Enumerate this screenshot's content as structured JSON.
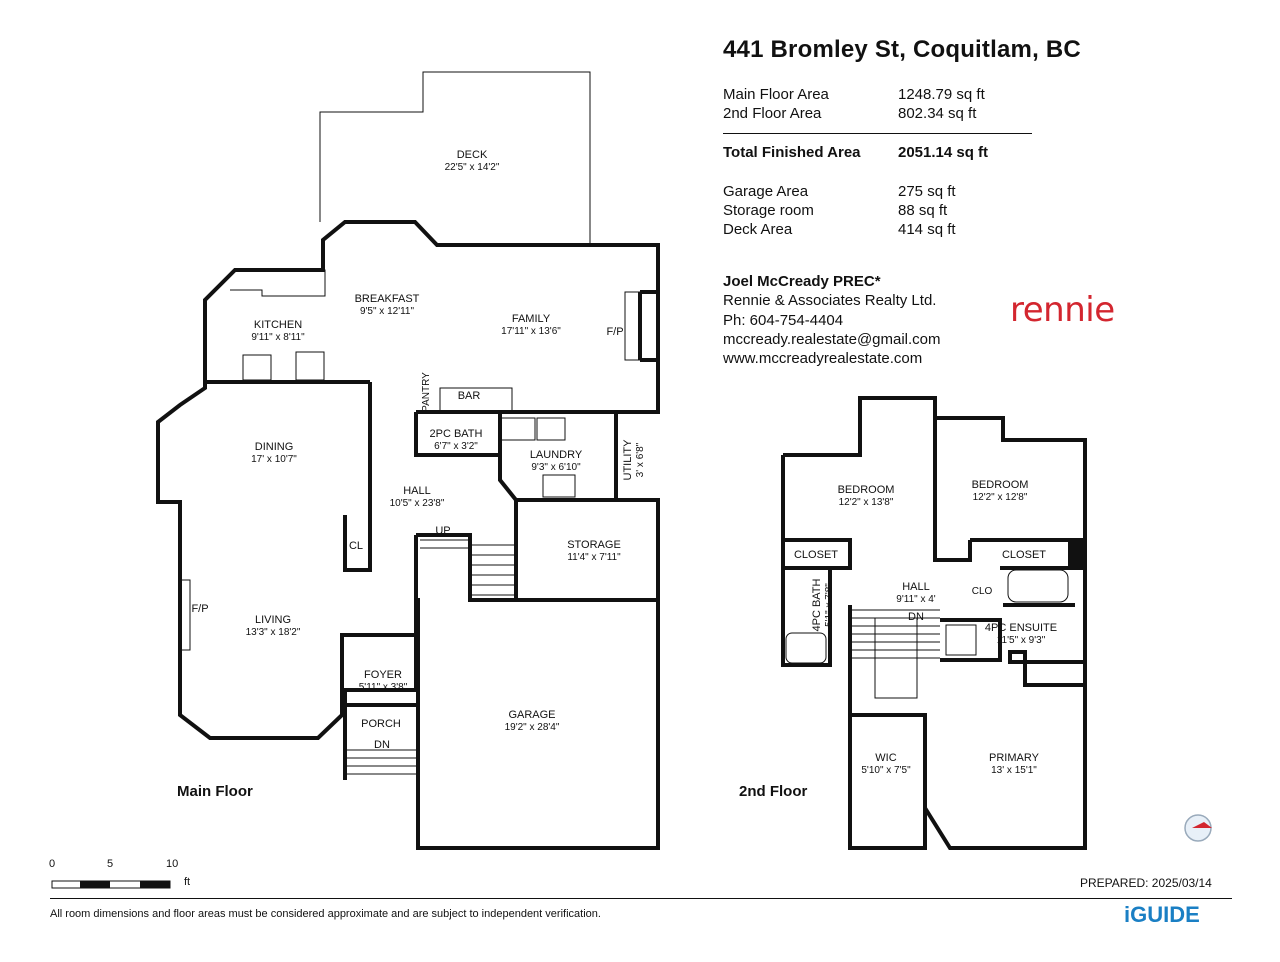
{
  "title": "441 Bromley St, Coquitlam, BC",
  "areas": [
    {
      "label": "Main Floor Area",
      "value": "1248.79 sq ft"
    },
    {
      "label": "2nd Floor Area",
      "value": "802.34 sq ft"
    }
  ],
  "total": {
    "label": "Total Finished Area",
    "value": "2051.14 sq ft"
  },
  "other_areas": [
    {
      "label": "Garage Area",
      "value": "275 sq ft"
    },
    {
      "label": "Storage room",
      "value": "88 sq ft"
    },
    {
      "label": "Deck Area",
      "value": "414 sq ft"
    }
  ],
  "agent": {
    "name": "Joel McCready PREC*",
    "company": "Rennie & Associates Realty Ltd.",
    "phone": "Ph: 604-754-4404",
    "email": "mccready.realestate@gmail.com",
    "website": "www.mccreadyrealestate.com"
  },
  "brand_logo_text": "rennie",
  "brand_color": "#d3262f",
  "main_floor": {
    "label": "Main Floor",
    "rooms": [
      {
        "name": "DECK",
        "dims": "22'5\" x 14'2\""
      },
      {
        "name": "BREAKFAST",
        "dims": "9'5\" x 12'11\""
      },
      {
        "name": "FAMILY",
        "dims": "17'11\" x 13'6\""
      },
      {
        "name": "KITCHEN",
        "dims": "9'11\" x 8'11\""
      },
      {
        "name": "DINING",
        "dims": "17' x 10'7\""
      },
      {
        "name": "HALL",
        "dims": "10'5\" x 23'8\""
      },
      {
        "name": "LAUNDRY",
        "dims": "9'3\" x 6'10\""
      },
      {
        "name": "2PC BATH",
        "dims": "6'7\" x 3'2\""
      },
      {
        "name": "UTILITY",
        "dims": "3' x 6'8\""
      },
      {
        "name": "STORAGE",
        "dims": "11'4\" x 7'11\""
      },
      {
        "name": "LIVING",
        "dims": "13'3\" x 18'2\""
      },
      {
        "name": "FOYER",
        "dims": "5'11\" x 3'8\""
      },
      {
        "name": "GARAGE",
        "dims": "19'2\" x 28'4\""
      }
    ],
    "labels": [
      "BAR",
      "PANTRY",
      "F/P",
      "F/P",
      "CL",
      "UP",
      "PORCH",
      "DN"
    ]
  },
  "second_floor": {
    "label": "2nd Floor",
    "rooms": [
      {
        "name": "BEDROOM",
        "dims": "12'2\" x 13'8\""
      },
      {
        "name": "BEDROOM",
        "dims": "12'2\" x 12'8\""
      },
      {
        "name": "HALL",
        "dims": "9'11\" x 4'"
      },
      {
        "name": "4PC BATH",
        "dims": "5'1\" x 7'8\""
      },
      {
        "name": "4PC ENSUITE",
        "dims": "11'5\" x 9'3\""
      },
      {
        "name": "WIC",
        "dims": "5'10\" x 7'5\""
      },
      {
        "name": "PRIMARY",
        "dims": "13' x 15'1\""
      }
    ],
    "labels": [
      "CLOSET",
      "CLOSET",
      "CLO",
      "DN"
    ]
  },
  "scale": {
    "ticks": [
      "0",
      "5",
      "10"
    ],
    "unit": "ft"
  },
  "prepared": "PREPARED: 2025/03/14",
  "disclaimer": "All room dimensions and floor areas must be considered approximate and are subject to independent verification.",
  "iguide_logo": "iGUIDE",
  "compass_icon": "compass-icon",
  "colors": {
    "wall": "#111111",
    "brand": "#d3262f",
    "iguide": "#1a7fc4"
  }
}
